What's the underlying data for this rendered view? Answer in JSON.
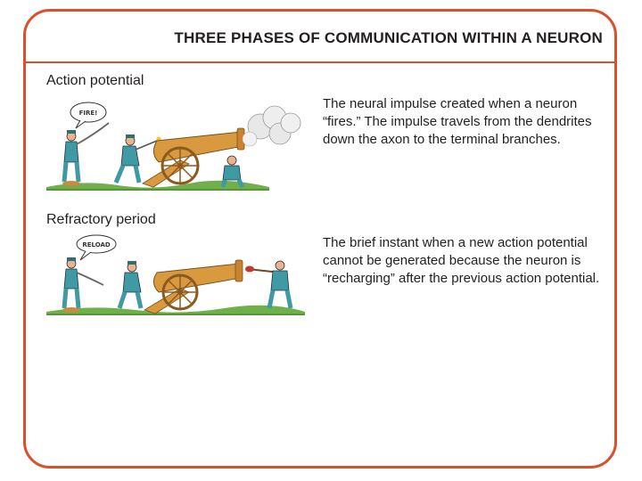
{
  "title": "THREE PHASES OF COMMUNICATION WITHIN A NEURON",
  "phases": [
    {
      "label": "Action potential",
      "description": "The neural impulse created when a neuron “fires.” The impulse travels from the dendrites down the axon to the terminal branches.",
      "speech": "FIRE!"
    },
    {
      "label": "Refractory period",
      "description": "The brief instant when a new action potential cannot be generated because the neuron is “recharging” after the previous action potential.",
      "speech": "RELOAD"
    }
  ],
  "colors": {
    "border": "#d9502c",
    "cannon": "#d99a3f",
    "soldier": "#3f9aa3",
    "grass": "#6fb04a",
    "smoke": "#e8e8e8"
  }
}
